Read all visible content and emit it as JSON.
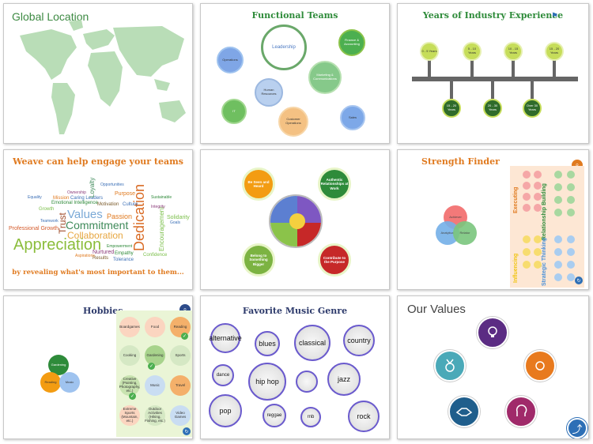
{
  "slides": {
    "global_location": {
      "title": "Global Location"
    },
    "functional_teams": {
      "title": "Functional Teams",
      "circles": [
        "Leadership",
        "Finance & Accounting",
        "Operations",
        "Marketing & Communications",
        "Human Resources",
        "IT",
        "Customer Operations",
        "Sales"
      ]
    },
    "years_experience": {
      "title": "Years of Industry Experience",
      "top": [
        "0 - 5 Years",
        "5 - 10 Years",
        "10 - 15 Years",
        "15 - 20 Years"
      ],
      "bottom": [
        "15 - 20 Years",
        "20 - 30 Years",
        "Over 30 Years"
      ]
    },
    "engage": {
      "title": "Weave can help engage your teams",
      "footer": "by revealing what's most important to them...",
      "words": {
        "appreciation": "Appreciation",
        "dedication": "Dedication",
        "commitment": "Commitment",
        "collaboration": "Collaboration",
        "values": "Values",
        "trust": "Trust",
        "passion": "Passion",
        "solidarity": "Solidarity",
        "encouragement": "Encouragement",
        "emotional_intelligence": "Emotional Intelligence",
        "caring_leaders": "Caring Leaders",
        "professional_growth": "Professional Growth",
        "motivation": "Motivation",
        "culture": "Culture",
        "nurtured": "Nurtured",
        "empathy": "Empathy",
        "results": "Results",
        "tolerance": "Tolerance",
        "confidence": "Confidence",
        "purpose": "Purpose",
        "sustainable": "Sustainable",
        "loyalty": "Loyalty",
        "ownership": "Ownership",
        "mission": "Mission",
        "equality": "Equality",
        "goals": "Goals",
        "integrity": "Integrity",
        "empowerment": "Empowerment",
        "opportunities": "Opportunities",
        "aspirations": "Aspirations",
        "teamwork": "Teamwork",
        "growth": "Growth"
      }
    },
    "center_pyramids": {
      "labels": [
        "Be Seen and Heard",
        "Authentic Relationships at Work",
        "Belong to Something Bigger",
        "Contribute to the Purpose"
      ]
    },
    "strength_finder": {
      "title": "Strength Finder",
      "venn": [
        "Achiever",
        "Analytical",
        "Relator"
      ],
      "side_labels": [
        "Executing",
        "Relationship Building",
        "Influencing",
        "Strategic Thinking"
      ]
    },
    "hobbies": {
      "title": "Hobbies",
      "venn": [
        "Gardening",
        "Reading",
        "Music"
      ],
      "tiles": [
        "Boardgames",
        "Food",
        "Reading",
        "Cooking",
        "Gardening",
        "Sports",
        "Creative (Painting, Photography, etc.)",
        "Music",
        "Travel",
        "Extreme Sports (Mountain, etc.)",
        "Outdoor Activities (Hiking, Fishing, etc.)",
        "Video Games"
      ]
    },
    "music": {
      "title": "Favorite Music Genre",
      "genres": [
        "alternative",
        "blues",
        "classical",
        "country",
        "dance",
        "hip hop",
        "jazz",
        "pop",
        "reggae",
        "rnb",
        "rock"
      ]
    },
    "our_values": {
      "title": "Our Values"
    }
  },
  "colors": {
    "green": "#2e8b3a",
    "orange": "#e07a1f",
    "navy": "#2d3a6b",
    "map": "#b7dcb6",
    "lime": "#c6dd5a",
    "darkgreen": "#2f6b2a"
  }
}
